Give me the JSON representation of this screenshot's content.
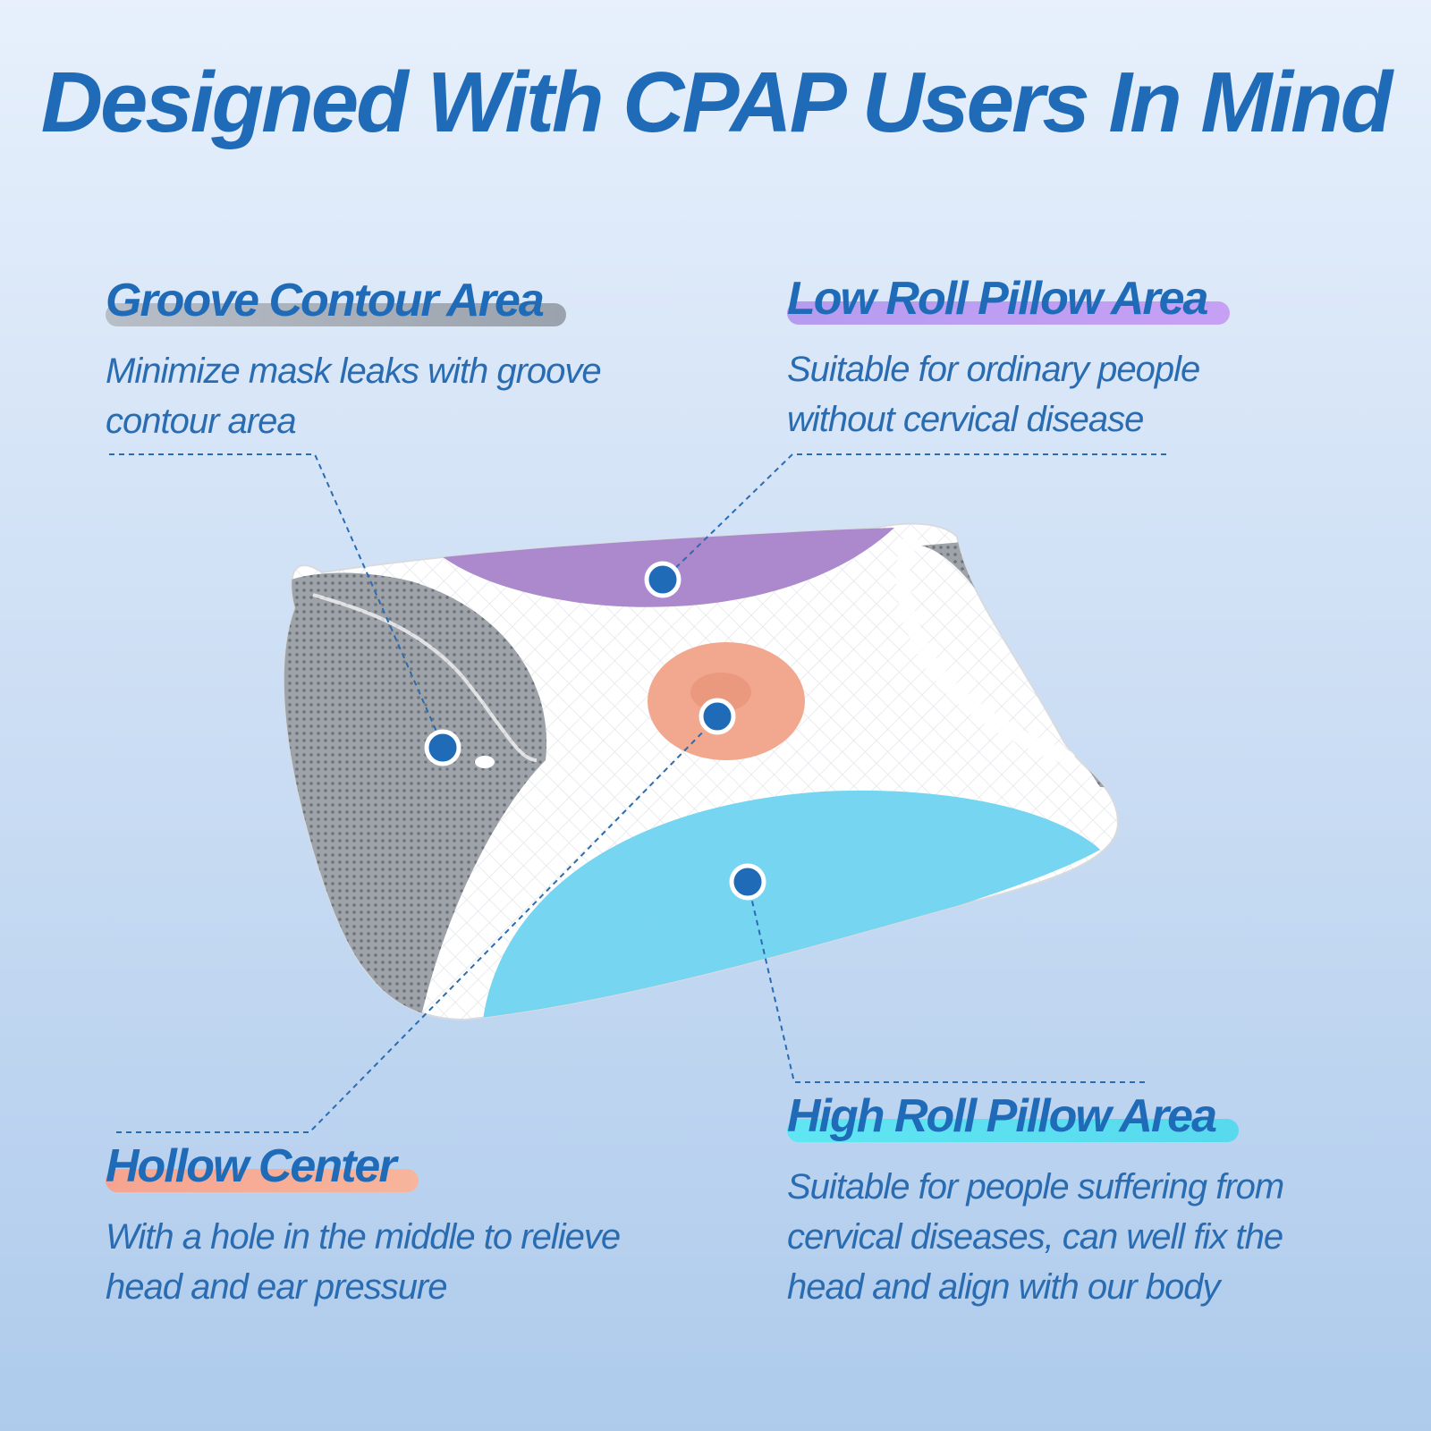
{
  "headline": "Designed With CPAP Users In Mind",
  "features": {
    "groove": {
      "title": "Groove Contour Area",
      "desc_line1": "Minimize mask leaks with groove",
      "desc_line2": "contour area"
    },
    "low_roll": {
      "title": "Low Roll Pillow Area",
      "desc_line1": "Suitable for ordinary people",
      "desc_line2": "without cervical disease"
    },
    "hollow": {
      "title": "Hollow Center",
      "desc_line1": "With a hole in the middle to relieve",
      "desc_line2": "head and ear pressure"
    },
    "high_roll": {
      "title": "High Roll Pillow Area",
      "desc_line1": "Suitable for people suffering from",
      "desc_line2": "cervical diseases, can well fix the",
      "desc_line3": "head and align with our body"
    }
  },
  "colors": {
    "text_blue": "#1f6bb8",
    "low_roll_zone": "#a683c9",
    "hollow_zone": "#f2a88e",
    "high_roll_zone": "#6fd3f0",
    "mesh_gray": "#8f949b",
    "marker": "#1f6bb8"
  }
}
